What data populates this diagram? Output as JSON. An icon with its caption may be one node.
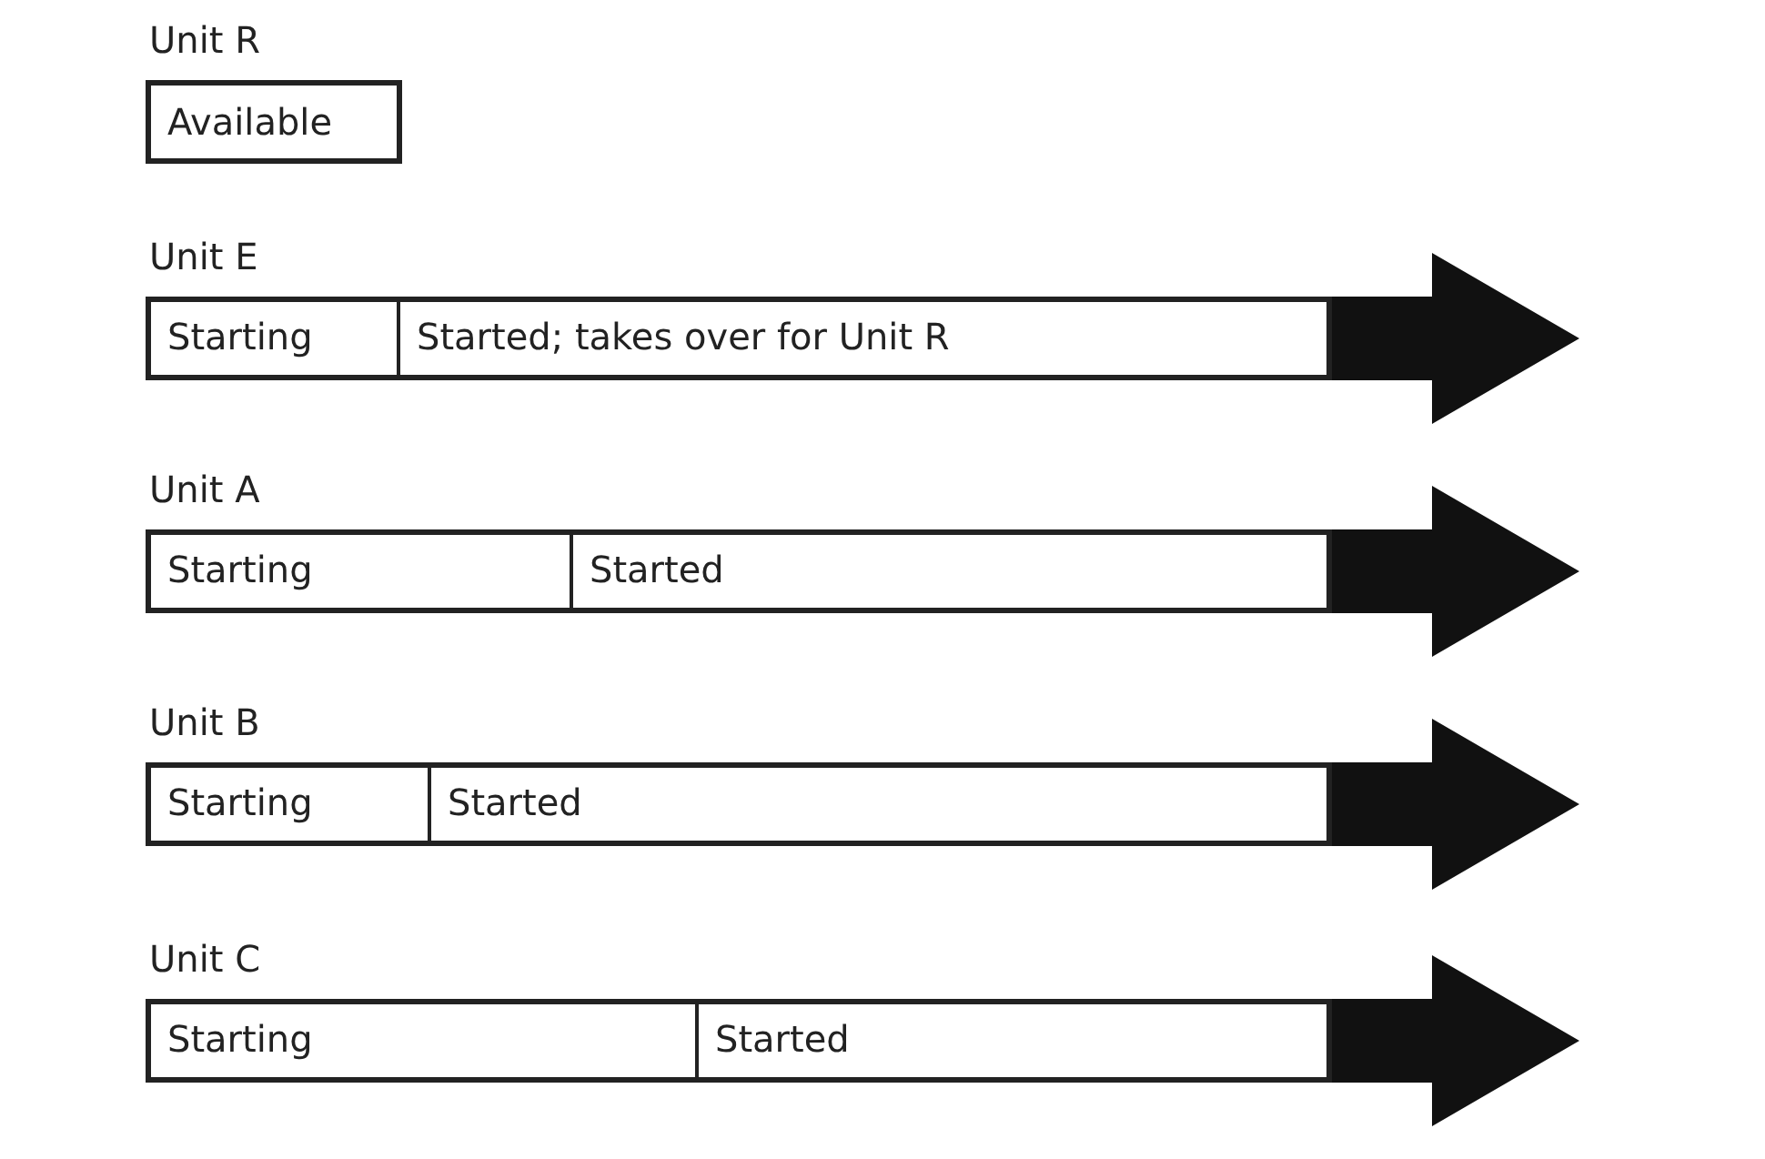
{
  "diagram": {
    "nodes": [
      {
        "text": [
          "Unit R",
          "Available"
        ]
      },
      {
        "text": [
          "Unit E"
        ]
      },
      {
        "text": [
          "Starting"
        ],
        "in": 1
      },
      {
        "text": [
          "Started; takes over for Unit R"
        ],
        "in": 1
      },
      {
        "text": [
          "Unit A"
        ]
      },
      {
        "text": [
          "Starting"
        ],
        "in": 4
      },
      {
        "text": [
          "Started"
        ],
        "in": 4
      },
      {
        "text": [
          "Unit B"
        ]
      },
      {
        "text": [
          "Starting"
        ],
        "in": 7
      },
      {
        "text": [
          "Started"
        ],
        "in": 7
      },
      {
        "text": [
          "Unit C"
        ]
      },
      {
        "text": [
          "Starting"
        ],
        "in": 10
      },
      {
        "text": [
          "Started"
        ],
        "in": 10
      }
    ]
  }
}
